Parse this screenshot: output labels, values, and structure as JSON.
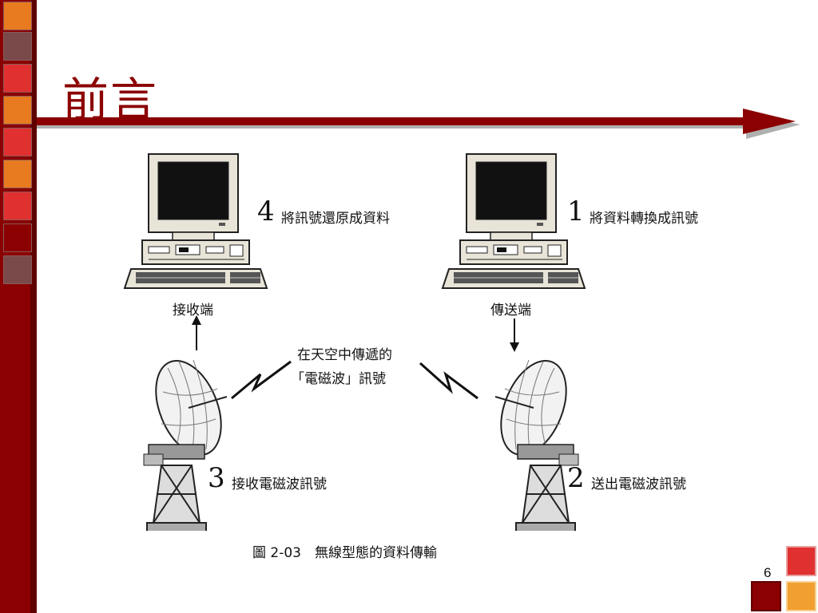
{
  "slide": {
    "title": "前言",
    "page_number": "6"
  },
  "diagram": {
    "receiver_label": "接收端",
    "sender_label": "傳送端",
    "step4_number": "4",
    "step4_text": "將訊號還原成資料",
    "step1_number": "1",
    "step1_text": "將資料轉換成訊號",
    "step3_number": "3",
    "step3_text": "接收電磁波訊號",
    "step2_number": "2",
    "step2_text": "送出電磁波訊號",
    "wave_line1": "在天空中傳遞的",
    "wave_line2": "「電磁波」訊號",
    "caption_text": "圖 2-03　無線型態的資料傳輸"
  },
  "colors": {
    "accent": "#8b0000",
    "square_red": "#e03030",
    "square_orange": "#e87a20",
    "square_dark": "#7a4040"
  }
}
